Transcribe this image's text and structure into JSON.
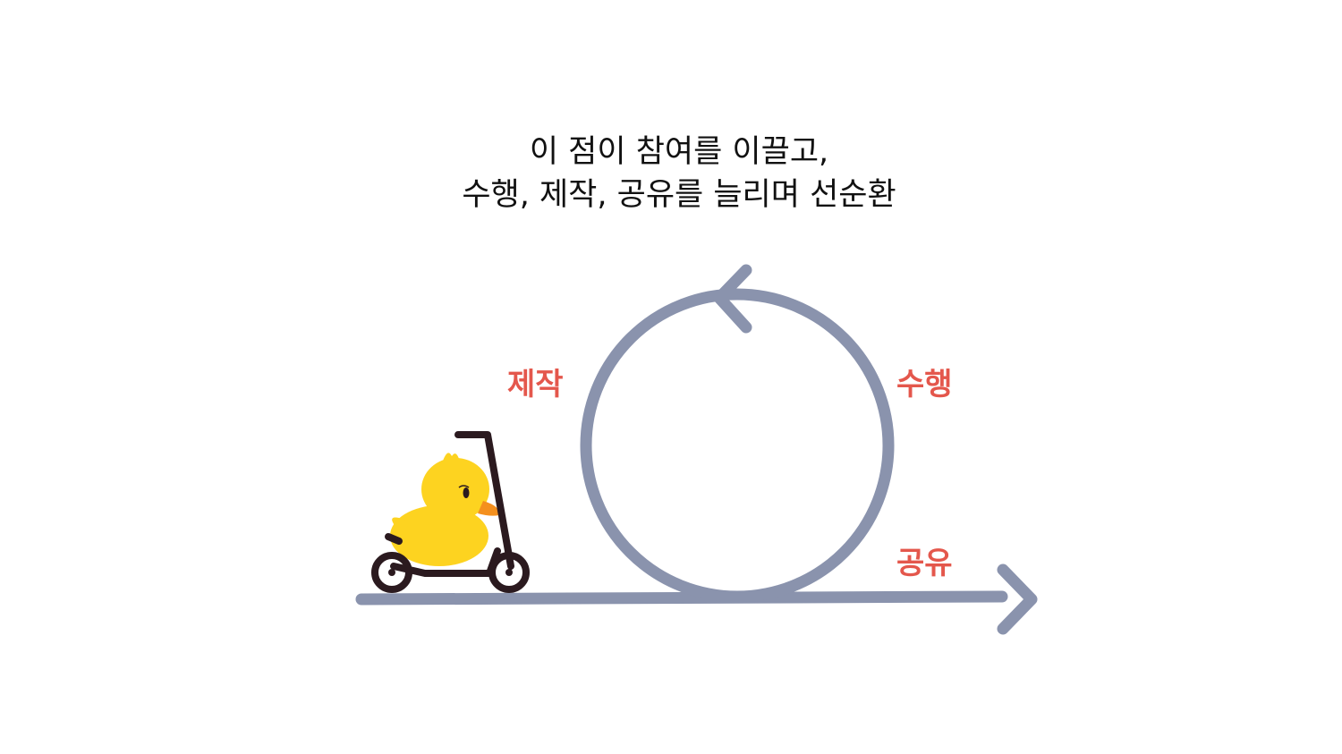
{
  "title": {
    "line1": "이 점이 참여를 이끌고,",
    "line2": "수행, 제작, 공유를 늘리며 선순환"
  },
  "labels": {
    "make": "제작",
    "do": "수행",
    "share": "공유"
  },
  "colors": {
    "background": "#ffffff",
    "title_text": "#111111",
    "label_text": "#e4574c",
    "arrow": "#8a93ad",
    "duck_body": "#fdd320",
    "duck_beak": "#f4901e",
    "scooter": "#2b1a1f"
  },
  "icons": {
    "loop": "circular-arrow-icon",
    "line": "right-arrow-icon",
    "rider": "duck-on-scooter-icon"
  }
}
